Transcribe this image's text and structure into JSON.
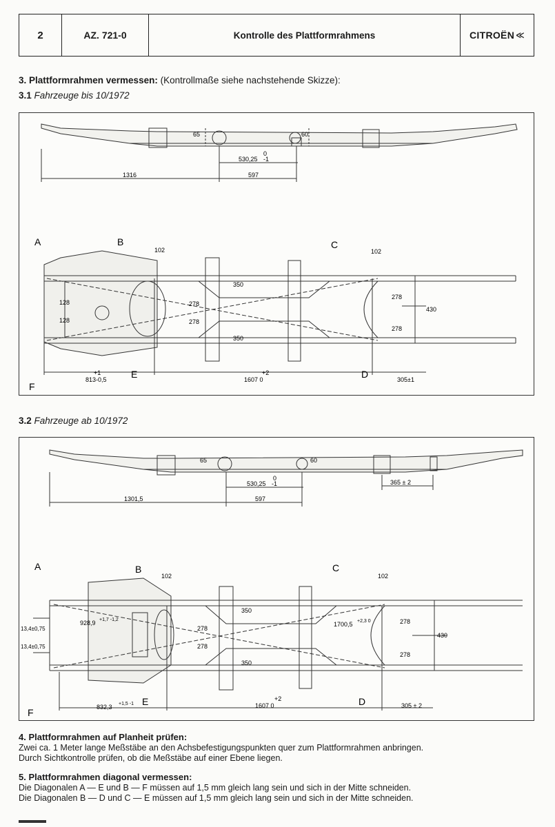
{
  "header": {
    "page_number": "2",
    "code": "AZ. 721-0",
    "title": "Kontrolle des Plattformrahmens",
    "brand": "CITROËN"
  },
  "section3": {
    "heading_bold": "3. Plattformrahmen vermessen:",
    "heading_rest": " (Kontrollmaße siehe nachstehende Skizze):",
    "sub1_num": "3.1",
    "sub1_text": "Fahrzeuge bis 10/1972",
    "sub2_num": "3.2",
    "sub2_text": "Fahrzeuge ab 10/1972"
  },
  "figure1": {
    "side": {
      "d_65": "65",
      "d_60": "60",
      "d_530_top": "0",
      "d_530": "530,25",
      "d_530_tol": "-1",
      "d_1316": "1316",
      "d_597": "597"
    },
    "plan": {
      "A": "A",
      "B": "B",
      "C": "C",
      "D": "D",
      "E": "E",
      "F": "F",
      "d_102a": "102",
      "d_102b": "102",
      "d_128a": "128",
      "d_128b": "128",
      "d_278a": "278",
      "d_278b": "278",
      "d_350a": "350",
      "d_350b": "350",
      "d_278c": "278",
      "d_278d": "278",
      "d_430": "430",
      "d_813_top": "+1",
      "d_813": "813-0,5",
      "d_1607_top": "+2",
      "d_1607": "1607 0",
      "d_305": "305±1"
    }
  },
  "figure2": {
    "side": {
      "d_65": "65",
      "d_60": "60",
      "d_530_top": "0",
      "d_530": "530,25",
      "d_530_tol": "-1",
      "d_1301": "1301,5",
      "d_597": "597",
      "d_365": "365 ± 2"
    },
    "plan": {
      "A": "A",
      "B": "B",
      "C": "C",
      "D": "D",
      "E": "E",
      "F": "F",
      "d_102a": "102",
      "d_102b": "102",
      "d_134a": "13,4±0,75",
      "d_134b": "13,4±0,75",
      "d_928": "928,9",
      "d_928_tol": "+1,7 -1,2",
      "d_1700": "1700,5",
      "d_1700_tol": "+2,3 0",
      "d_278a": "278",
      "d_278b": "278",
      "d_350a": "350",
      "d_350b": "350",
      "d_278c": "278",
      "d_278d": "278",
      "d_430": "430",
      "d_832": "832,3",
      "d_832_tol": "+1,5 -1",
      "d_1607_top": "+2",
      "d_1607": "1607 0",
      "d_305": "305 ± 2"
    }
  },
  "section4": {
    "heading": "4. Plattformrahmen auf Planheit prüfen:",
    "line1": "Zwei ca. 1 Meter lange Meßstäbe an den Achsbefestigungspunkten quer zum Plattformrahmen anbringen.",
    "line2": "Durch Sichtkontrolle prüfen, ob die Meßstäbe auf einer Ebene liegen."
  },
  "section5": {
    "heading": "5. Plattformrahmen diagonal vermessen:",
    "line1": "Die Diagonalen A — E und B — F müssen auf 1,5 mm gleich lang sein und sich in der Mitte schneiden.",
    "line2": "Die Diagonalen B — D und C — E müssen auf 1,5 mm gleich lang sein und sich in der Mitte schneiden."
  }
}
